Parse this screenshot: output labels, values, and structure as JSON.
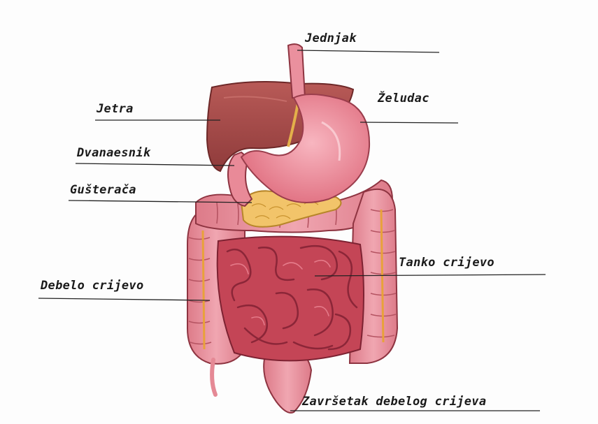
{
  "labels": {
    "esophagus": "Jednjak",
    "liver": "Jetra",
    "stomach": "Želudac",
    "duodenum": "Dvanaesnik",
    "pancreas": "Gušterača",
    "small_intestine": "Tanko crijevo",
    "large_intestine": "Debelo crijevo",
    "rectum": "Završetak debelog crijeva"
  },
  "colors": {
    "liver": "#a84a48",
    "stomach": "#ee8a98",
    "colon": "#e58995",
    "small_intestine": "#c9485a",
    "pancreas": "#f2c46a",
    "leader_line": "#222222"
  }
}
